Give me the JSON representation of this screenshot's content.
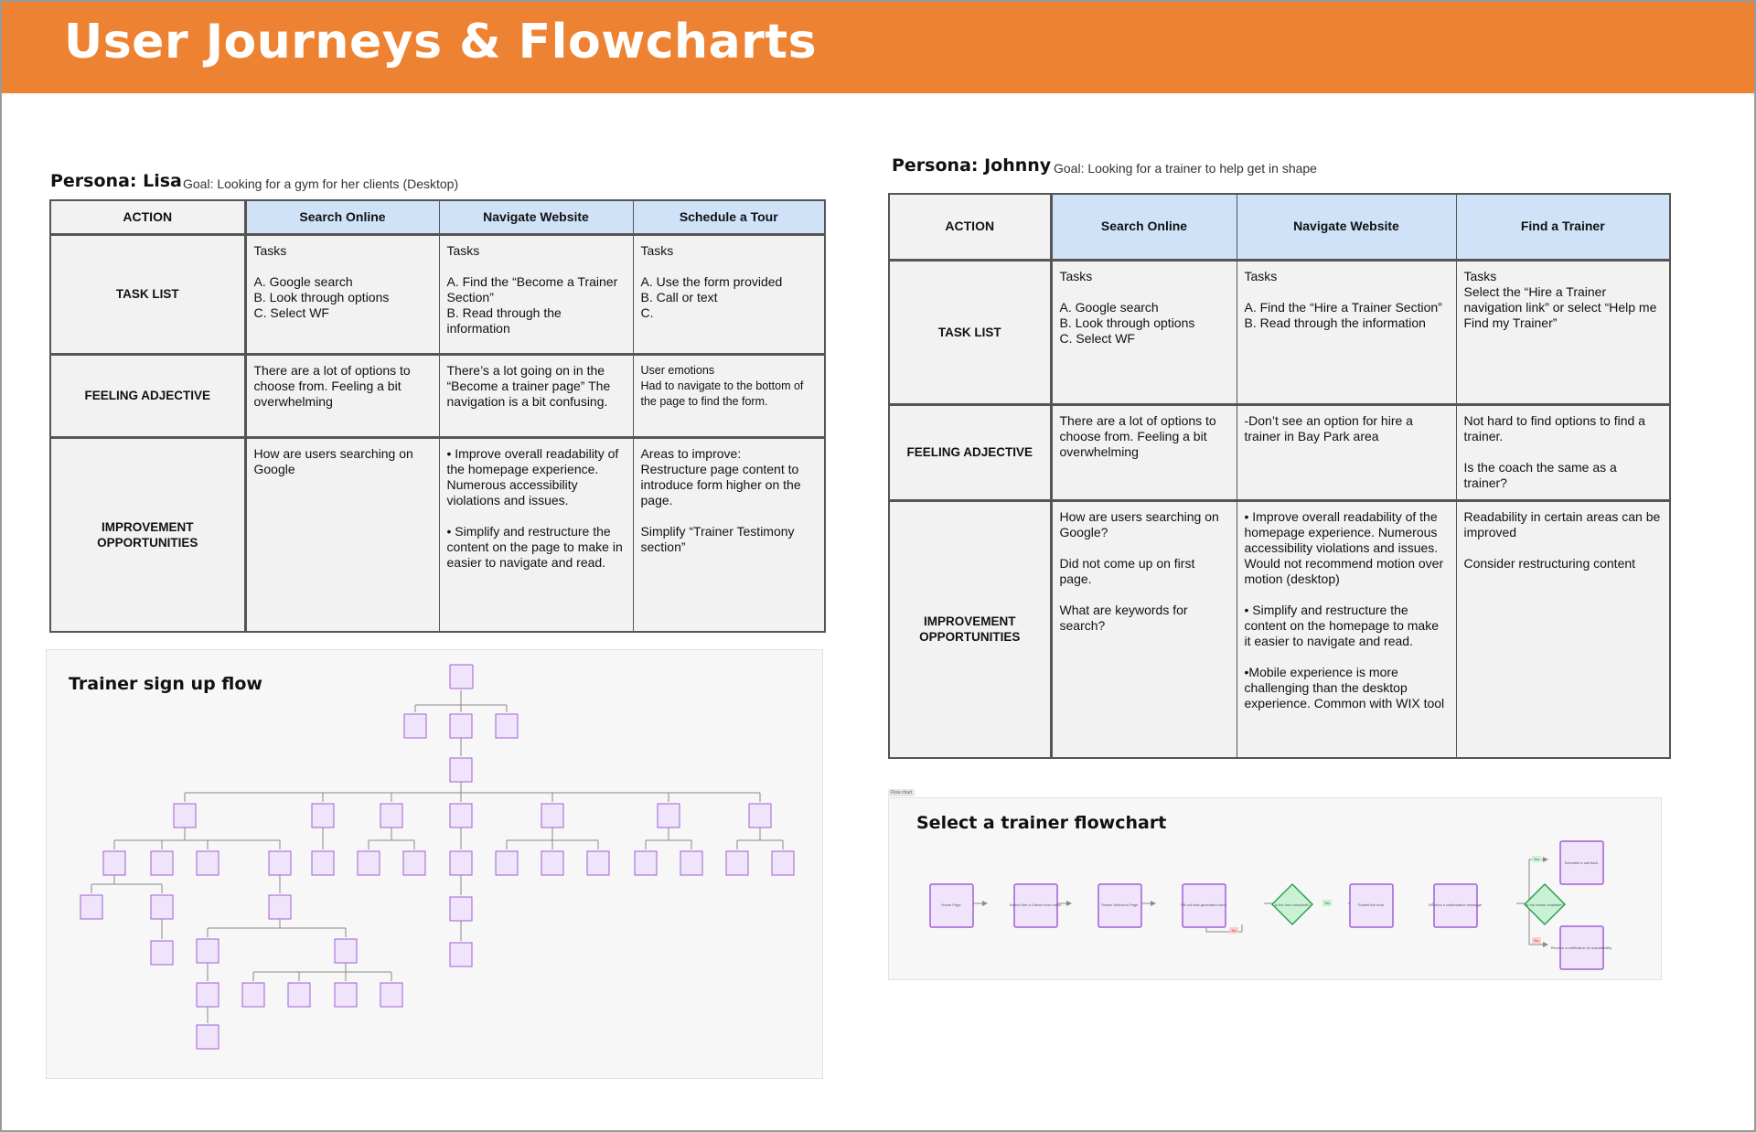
{
  "header": {
    "title": "User Journeys & Flowcharts"
  },
  "lisa": {
    "persona": "Persona: Lisa",
    "goal": "Goal: Looking for a gym for her clients (Desktop)",
    "action_label": "ACTION",
    "columns": [
      "Search Online",
      "Navigate Website",
      "Schedule a Tour"
    ],
    "rows": [
      {
        "label": "TASK LIST",
        "cells": [
          "Tasks\n\nA. Google search\nB. Look through options\nC. Select WF",
          "Tasks\n\nA. Find the “Become a Trainer Section”\nB. Read through the information",
          "Tasks\n\nA. Use the form provided\nB. Call or text\nC."
        ]
      },
      {
        "label": "FEELING ADJECTIVE",
        "cells": [
          "There are a lot of options to choose from. Feeling a bit overwhelming",
          "There’s a lot going on in the “Become a trainer page” The navigation is a bit confusing.",
          "User emotions\nHad to navigate to the bottom of the page to find the form."
        ]
      },
      {
        "label": "IMPROVEMENT OPPORTUNITIES",
        "cells": [
          "How are users searching on Google",
          "• Improve overall readability of the homepage experience. Numerous accessibility violations and issues.\n\n• Simplify and restructure the content on the page to make in easier to navigate and read.",
          "Areas to improve:\nRestructure page content to introduce form higher on the page.\n\nSimplify “Trainer Testimony section”"
        ]
      }
    ]
  },
  "johnny": {
    "persona": "Persona: Johnny",
    "goal": "Goal: Looking for a trainer to help get in shape",
    "action_label": "ACTION",
    "columns": [
      "Search Online",
      "Navigate Website",
      "Find a Trainer"
    ],
    "rows": [
      {
        "label": "TASK LIST",
        "cells": [
          "Tasks\n\nA. Google search\nB. Look through options\nC. Select WF",
          "Tasks\n\nA. Find the “Hire a Trainer Section”\nB. Read through the information",
          "Tasks\nSelect the “Hire a Trainer navigation link” or select “Help me Find my Trainer”"
        ]
      },
      {
        "label": "FEELING ADJECTIVE",
        "cells": [
          "There are a lot of options to choose from. Feeling a bit overwhelming",
          "-Don’t see an option for hire a trainer in Bay Park area",
          "Not hard to find options to find a trainer.\n\nIs the coach the same as a trainer?"
        ]
      },
      {
        "label": "IMPROVEMENT OPPORTUNITIES",
        "cells": [
          "How are users searching on Google?\n\nDid not come up on first page.\n\nWhat are keywords for search?",
          "• Improve overall readability of the homepage experience. Numerous accessibility violations and issues. Would not recommend motion over motion (desktop)\n\n• Simplify and restructure the content on the homepage to make it easier to navigate and read.\n\n•Mobile experience is more challenging than the desktop experience. Common with WIX tool",
          "Readability in certain areas can be improved\n\nConsider restructuring content"
        ]
      }
    ]
  },
  "trainer_flow": {
    "title": "Trainer sign up flow"
  },
  "select_flow": {
    "title": "Select a trainer flowchart",
    "tag": "Flow chart",
    "steps": [
      "Home Page",
      "Select Hire a Trainer from menu",
      "Trainer Selection Page",
      "Fill out lead generation form",
      "Is the form complete?",
      "Submit the form",
      "Receive a confirmation message",
      "Is the trainer available?",
      "Schedule a call back",
      "Receive a notification of unavailability"
    ],
    "yes": "Yes",
    "no": "No"
  },
  "colors": {
    "accent": "#ee8233",
    "header_cell": "#cfe2f8",
    "node_fill": "#efe4fb",
    "node_stroke": "#a25fd6",
    "decision_fill": "#c9f2d4",
    "decision_stroke": "#2e9e4f"
  }
}
